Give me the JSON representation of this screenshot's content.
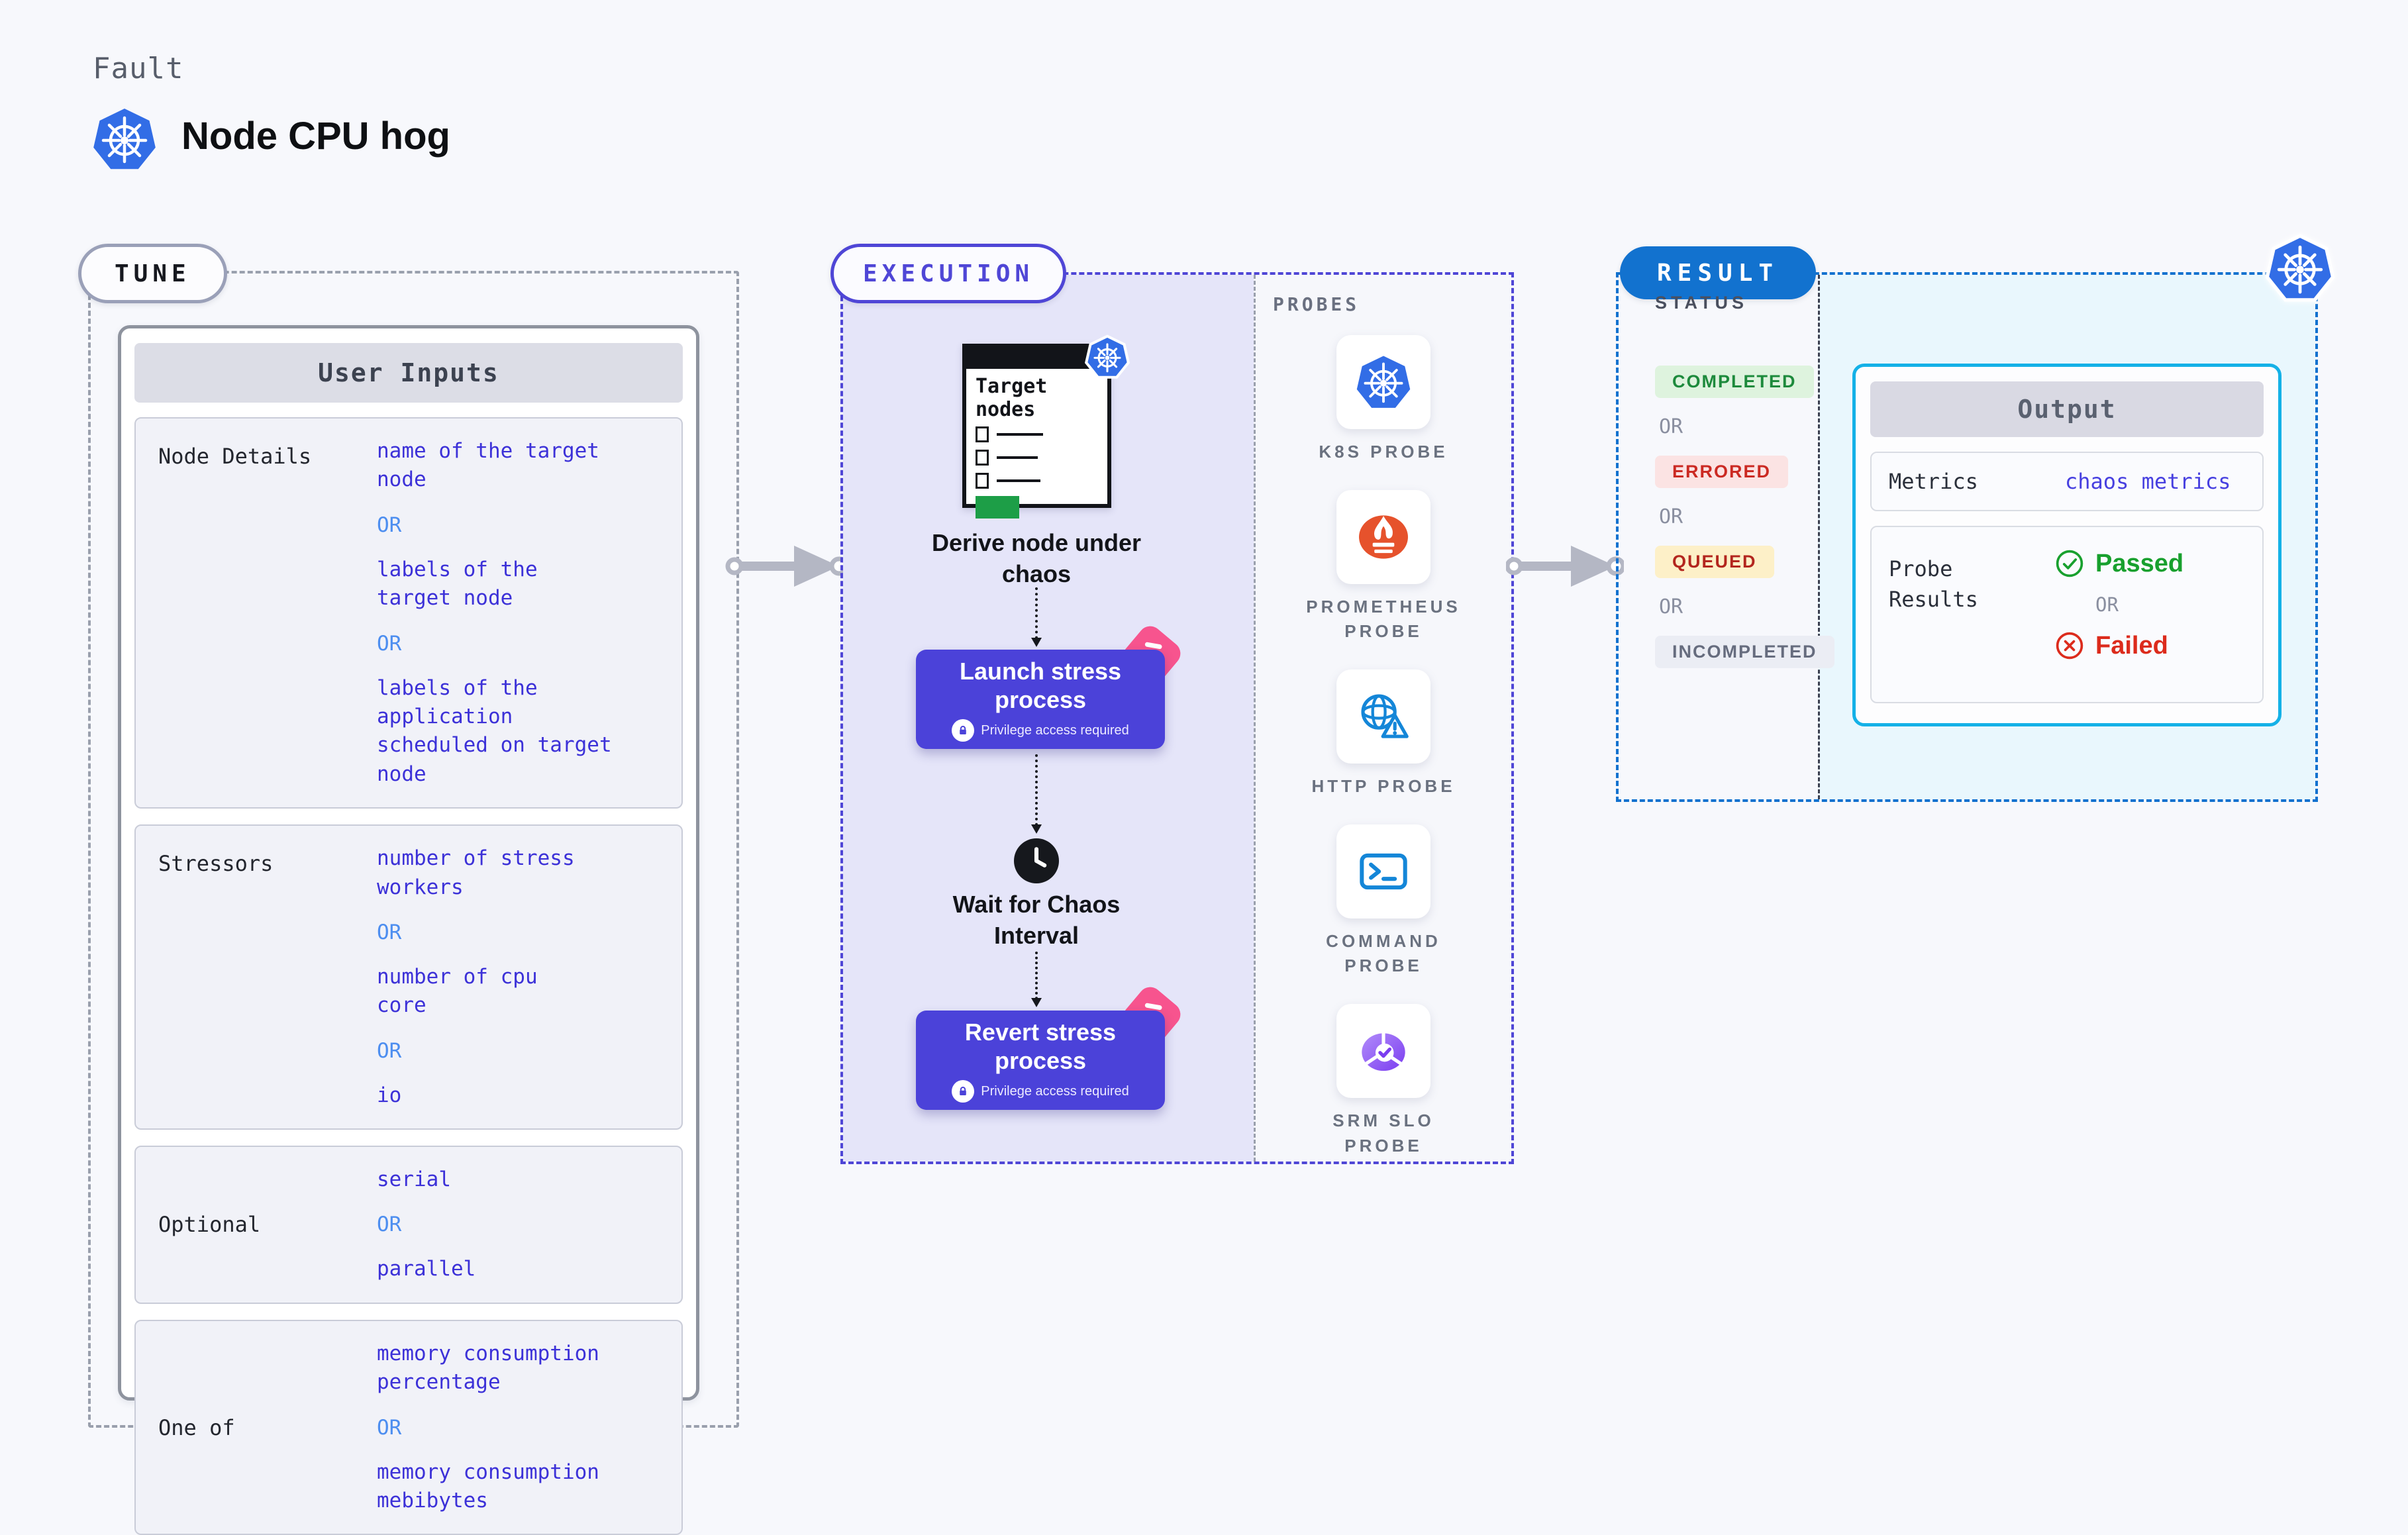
{
  "header": {
    "kicker": "Fault",
    "title": "Node CPU hog"
  },
  "tune": {
    "pill": "TUNE",
    "card_title": "User Inputs",
    "or": "OR",
    "rows": [
      {
        "label": "Node Details",
        "values": [
          "name of the target\nnode",
          "labels of the\ntarget node",
          "labels of the application\nscheduled on target node"
        ]
      },
      {
        "label": "Stressors",
        "values": [
          "number of stress\nworkers",
          "number of cpu\ncore",
          "io"
        ]
      },
      {
        "label": "Optional",
        "values": [
          "serial",
          "parallel"
        ]
      },
      {
        "label": "One of",
        "values": [
          "memory consumption\npercentage",
          "memory consumption\nmebibytes"
        ]
      }
    ]
  },
  "execution": {
    "pill": "EXECUTION",
    "doc_title": "Target nodes",
    "step1_caption": "Derive node under chaos",
    "launch_label": "Launch stress process",
    "launch_sub": "Privilege access required",
    "wait_caption": "Wait for Chaos Interval",
    "revert_label": "Revert stress process",
    "revert_sub": "Privilege access required"
  },
  "probes": {
    "label": "PROBES",
    "items": [
      {
        "label": "K8S PROBE",
        "icon": "kubernetes-icon"
      },
      {
        "label": "PROMETHEUS PROBE",
        "icon": "prometheus-icon"
      },
      {
        "label": "HTTP PROBE",
        "icon": "globe-warning-icon"
      },
      {
        "label": "COMMAND PROBE",
        "icon": "terminal-icon"
      },
      {
        "label": "SRM SLO PROBE",
        "icon": "slo-pie-check-icon"
      }
    ]
  },
  "result": {
    "pill": "RESULT",
    "status_label": "STATUS",
    "or": "OR",
    "statuses": [
      {
        "label": "COMPLETED",
        "fg": "#1d8a3c",
        "bg": "#def3de"
      },
      {
        "label": "ERRORED",
        "fg": "#cb2a23",
        "bg": "#fbe3e3"
      },
      {
        "label": "QUEUED",
        "fg": "#b3261e",
        "bg": "#fdf0c8"
      },
      {
        "label": "INCOMPLETED",
        "fg": "#666c7e",
        "bg": "#ebedf4"
      }
    ],
    "output": {
      "title": "Output",
      "metrics_label": "Metrics",
      "metrics_value": "chaos metrics",
      "probe_results_label": "Probe\nResults",
      "passed": "Passed",
      "or": "OR",
      "failed": "Failed"
    }
  },
  "colors": {
    "background": "#f7f8fc",
    "value_indigo": "#3c31d8",
    "or_blue": "#4d8ef0",
    "execution_accent": "#4f46d6",
    "button_indigo": "#4b42d9",
    "spark_pink": "#f7548e",
    "result_blue": "#1272cf",
    "output_border_cyan": "#14b1e7",
    "kubernetes_blue": "#326de6",
    "prometheus_orange": "#e6522c",
    "passed_green": "#18a02e",
    "failed_red": "#dc2b1c",
    "doc_green": "#1d9e47"
  }
}
